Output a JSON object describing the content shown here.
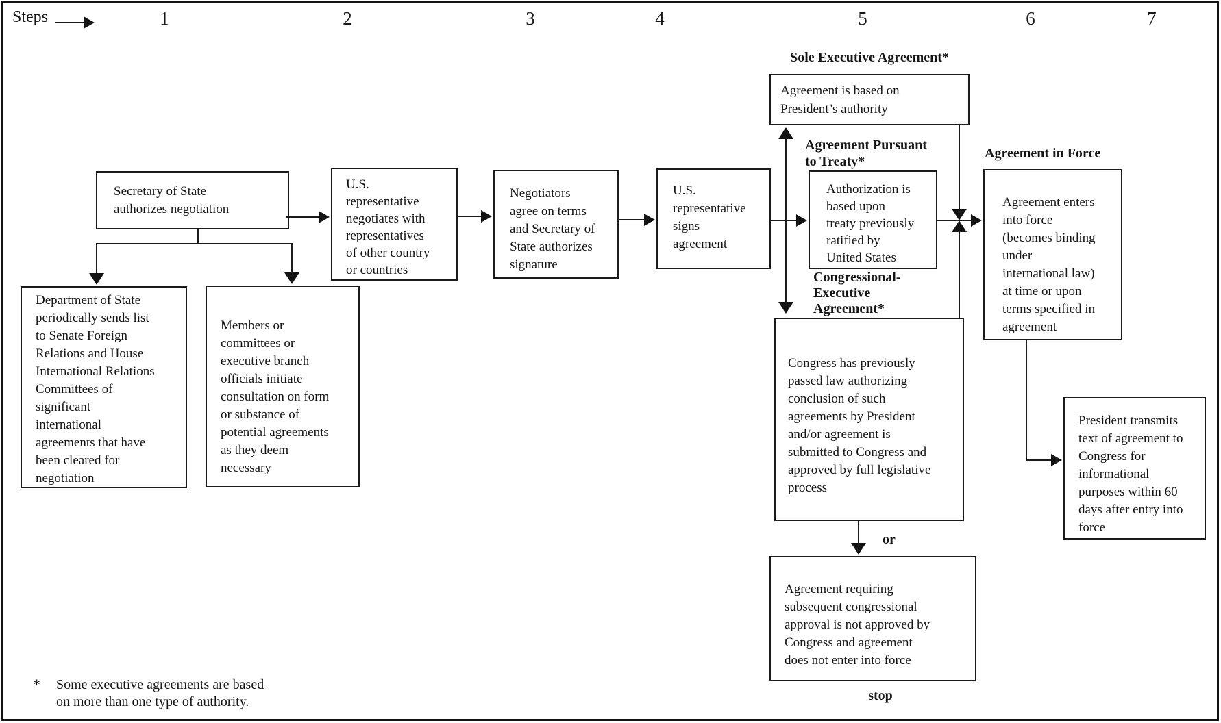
{
  "colors": {
    "ink": "#1b1b1b",
    "paper": "#ffffff"
  },
  "header": {
    "steps_label": "Steps",
    "step_numbers": [
      "1",
      "2",
      "3",
      "4",
      "5",
      "6",
      "7"
    ]
  },
  "boxes": {
    "secretary": "Secretary of State\nauthorizes negotiation",
    "dept_state": "Department of State\nperiodically sends list\nto Senate Foreign\nRelations and House\nInternational Relations\nCommittees of\nsignificant\ninternational\nagreements that have\nbeen cleared for\nnegotiation",
    "members": "Members or\ncommittees or\nexecutive branch\nofficials initiate\nconsultation on form\nor substance of\npotential agreements\nas they deem\nnecessary",
    "us_negotiates": "U.S.\nrepresentative\nnegotiates with\nrepresentatives\nof other country\nor countries",
    "negotiators": "Negotiators\nagree on terms\nand Secretary of\nState authorizes\nsignature",
    "us_signs": "U.S.\nrepresentative\nsigns\nagreement",
    "presidents_authority": "Agreement is based on\nPresident’s authority",
    "authorization": "Authorization is\nbased upon\ntreaty previously\nratified by\nUnited States",
    "congress_law": "Congress has previously\npassed law authorizing\nconclusion of such\nagreements by President\nand/or agreement is\nsubmitted to Congress and\napproved by full legislative\nprocess",
    "agreement_force": "Agreement enters\ninto force\n(becomes binding\nunder\ninternational law)\nat time or upon\nterms specified in\nagreement",
    "not_approved": "Agreement requiring\nsubsequent congressional\napproval is not approved by\nCongress and agreement\ndoes not enter into force",
    "president_transmits": "President transmits\ntext of agreement to\nCongress for\ninformational\npurposes within 60\ndays after entry into\nforce"
  },
  "labels": {
    "sole_executive": "Sole Executive Agreement*",
    "pursuant_treaty": "Agreement Pursuant\nto Treaty*",
    "congressional_executive": "Congressional-\nExecutive\nAgreement*",
    "agreement_in_force": "Agreement in Force",
    "or_label": "or",
    "stop_label": "stop"
  },
  "footnote": {
    "marker": "*",
    "text": "Some executive agreements are based\non more than one type of authority."
  }
}
